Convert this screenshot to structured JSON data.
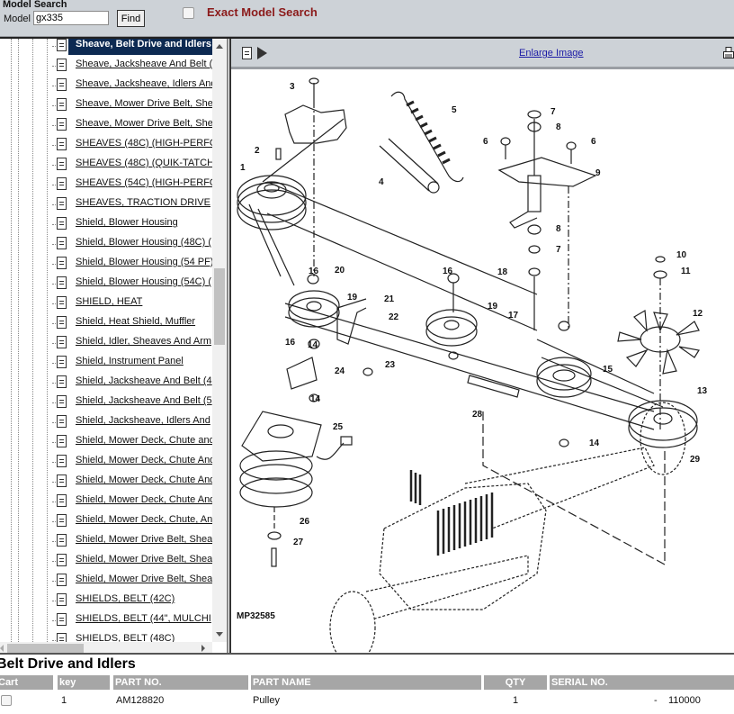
{
  "header": {
    "title": "Model Search",
    "model_label": "Model",
    "model_value": "gx335",
    "find_label": "Find",
    "exact_label": "Exact Model Search",
    "exact_checked": false,
    "exact_color": "#8b1a1a"
  },
  "sidebar": {
    "selected_color": "#0d2a52",
    "items": [
      {
        "label": "Sheave, Belt Drive and Idlers",
        "selected": true
      },
      {
        "label": "Sheave, Jacksheave And Belt ("
      },
      {
        "label": "Sheave, Jacksheave, Idlers And"
      },
      {
        "label": "Sheave, Mower Drive Belt, She"
      },
      {
        "label": "Sheave, Mower Drive Belt, She"
      },
      {
        "label": "SHEAVES (48C) (HIGH-PERFO"
      },
      {
        "label": "SHEAVES (48C) (QUIK-TATCH"
      },
      {
        "label": "SHEAVES (54C) (HIGH-PERFO"
      },
      {
        "label": "SHEAVES, TRACTION DRIVE"
      },
      {
        "label": "Shield, Blower Housing"
      },
      {
        "label": "Shield, Blower Housing (48C) ("
      },
      {
        "label": "Shield, Blower Housing (54 PF)"
      },
      {
        "label": "Shield, Blower Housing (54C) ("
      },
      {
        "label": "SHIELD, HEAT"
      },
      {
        "label": "Shield, Heat Shield, Muffler"
      },
      {
        "label": "Shield, Idler, Sheaves And Arm"
      },
      {
        "label": "Shield, Instrument Panel"
      },
      {
        "label": "Shield, Jacksheave And Belt (4"
      },
      {
        "label": "Shield, Jacksheave And Belt (5"
      },
      {
        "label": "Shield, Jacksheave, Idlers And"
      },
      {
        "label": "Shield, Mower Deck, Chute and"
      },
      {
        "label": "Shield, Mower Deck, Chute And"
      },
      {
        "label": "Shield, Mower Deck, Chute And"
      },
      {
        "label": "Shield, Mower Deck, Chute And"
      },
      {
        "label": "Shield, Mower Deck, Chute, An"
      },
      {
        "label": "Shield, Mower Drive Belt, Shea"
      },
      {
        "label": "Shield, Mower Drive Belt, Shea"
      },
      {
        "label": "Shield, Mower Drive Belt, Shea"
      },
      {
        "label": "SHIELDS, BELT (42C)"
      },
      {
        "label": "SHIELDS, BELT (44\", MULCHI"
      },
      {
        "label": "SHIELDS, BELT (48C)"
      }
    ]
  },
  "viewer": {
    "enlarge_label": "Enlarge Image",
    "figure_id": "MP32585",
    "callouts": [
      "1",
      "2",
      "3",
      "4",
      "5",
      "6",
      "6",
      "7",
      "7",
      "8",
      "8",
      "9",
      "10",
      "11",
      "12",
      "13",
      "14",
      "14",
      "14",
      "15",
      "16",
      "16",
      "16",
      "17",
      "18",
      "19",
      "19",
      "20",
      "21",
      "22",
      "23",
      "24",
      "25",
      "26",
      "27",
      "28",
      "29"
    ]
  },
  "parts": {
    "section_title": "Belt Drive and Idlers",
    "columns": [
      "Cart",
      "key",
      "PART NO.",
      "PART NAME",
      "QTY",
      "SERIAL NO."
    ],
    "rows": [
      {
        "cart": false,
        "key": "1",
        "part_no": "AM128820",
        "part_name": "Pulley",
        "qty": "1",
        "serial_dash": "-",
        "serial": "110000"
      }
    ]
  }
}
